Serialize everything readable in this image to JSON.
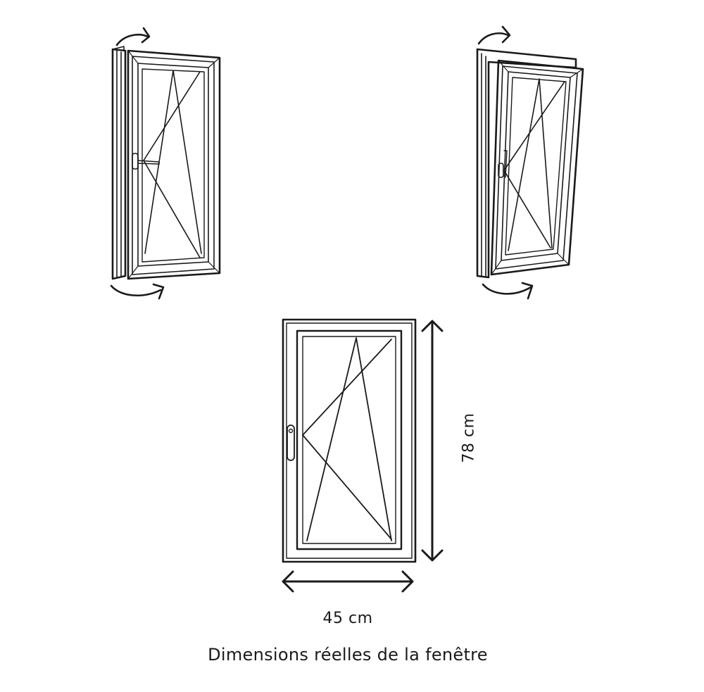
{
  "labels": {
    "width": "45 cm",
    "height": "78 cm",
    "caption": "Dimensions réelles de la fenêtre"
  },
  "colors": {
    "line": "#1a1a1a",
    "background": "#ffffff"
  },
  "icons": {
    "turn_rotation": "curved-arrow-icon",
    "tilt_rotation": "curved-arrow-icon",
    "width_dimension": "double-arrow-icon",
    "height_dimension": "double-arrow-icon",
    "window_handle": "handle-icon"
  }
}
